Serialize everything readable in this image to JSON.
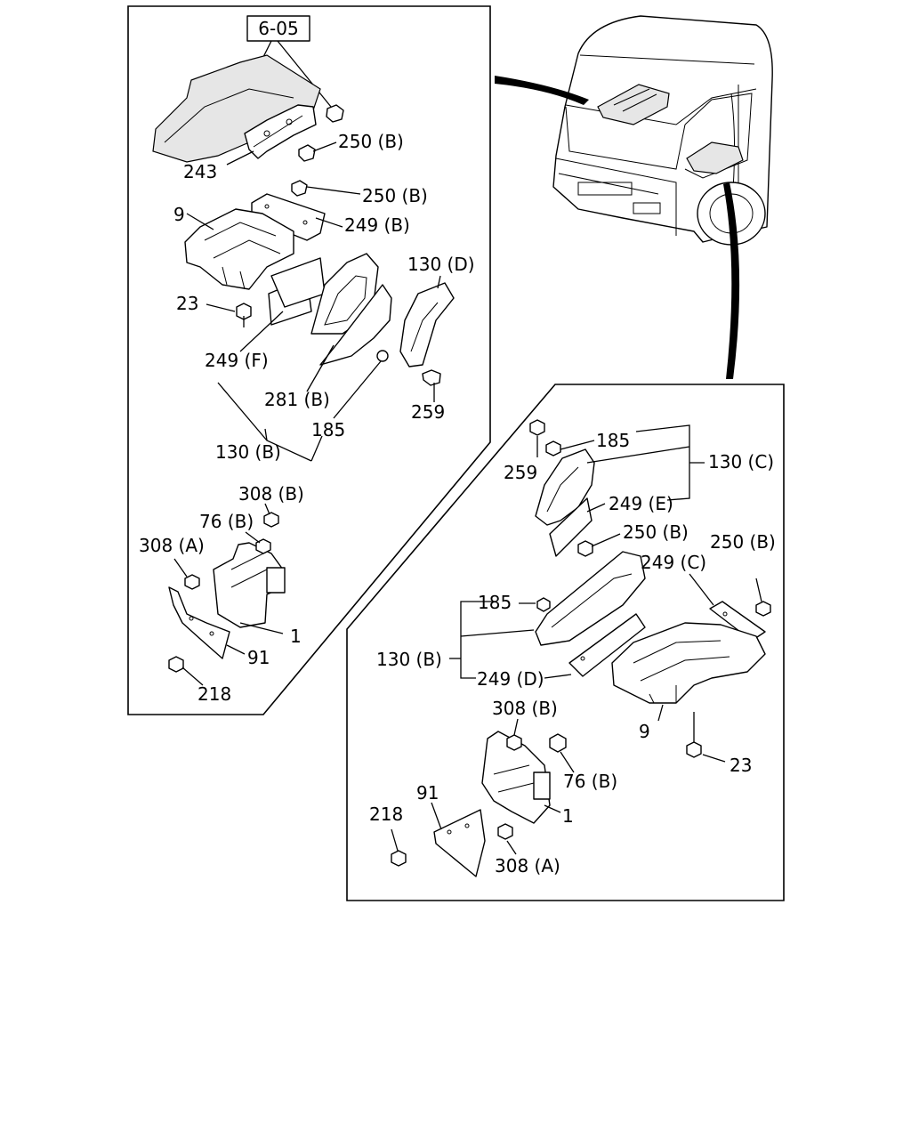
{
  "ref_box": {
    "label": "6-05"
  },
  "left_callouts": {
    "p250b_top": "250 (B)",
    "p243": "243",
    "p250b_mid": "250 (B)",
    "p9": "9",
    "p249b": "249 (B)",
    "p130d": "130 (D)",
    "p23": "23",
    "p249f": "249 (F)",
    "p281b": "281 (B)",
    "p259": "259",
    "p185": "185",
    "p130b": "130 (B)",
    "p308b": "308 (B)",
    "p76b": "76 (B)",
    "p308a": "308 (A)",
    "p1": "1",
    "p91": "91",
    "p218": "218"
  },
  "right_callouts": {
    "p185_top": "185",
    "p259": "259",
    "p130c": "130 (C)",
    "p249e": "249 (E)",
    "p250b_a": "250 (B)",
    "p250b_b": "250 (B)",
    "p249c": "249 (C)",
    "p185_mid": "185",
    "p130b": "130 (B)",
    "p249d": "249 (D)",
    "p9": "9",
    "p23": "23",
    "p308b": "308 (B)",
    "p76b": "76 (B)",
    "p91": "91",
    "p1": "1",
    "p218": "218",
    "p308a": "308 (A)"
  }
}
